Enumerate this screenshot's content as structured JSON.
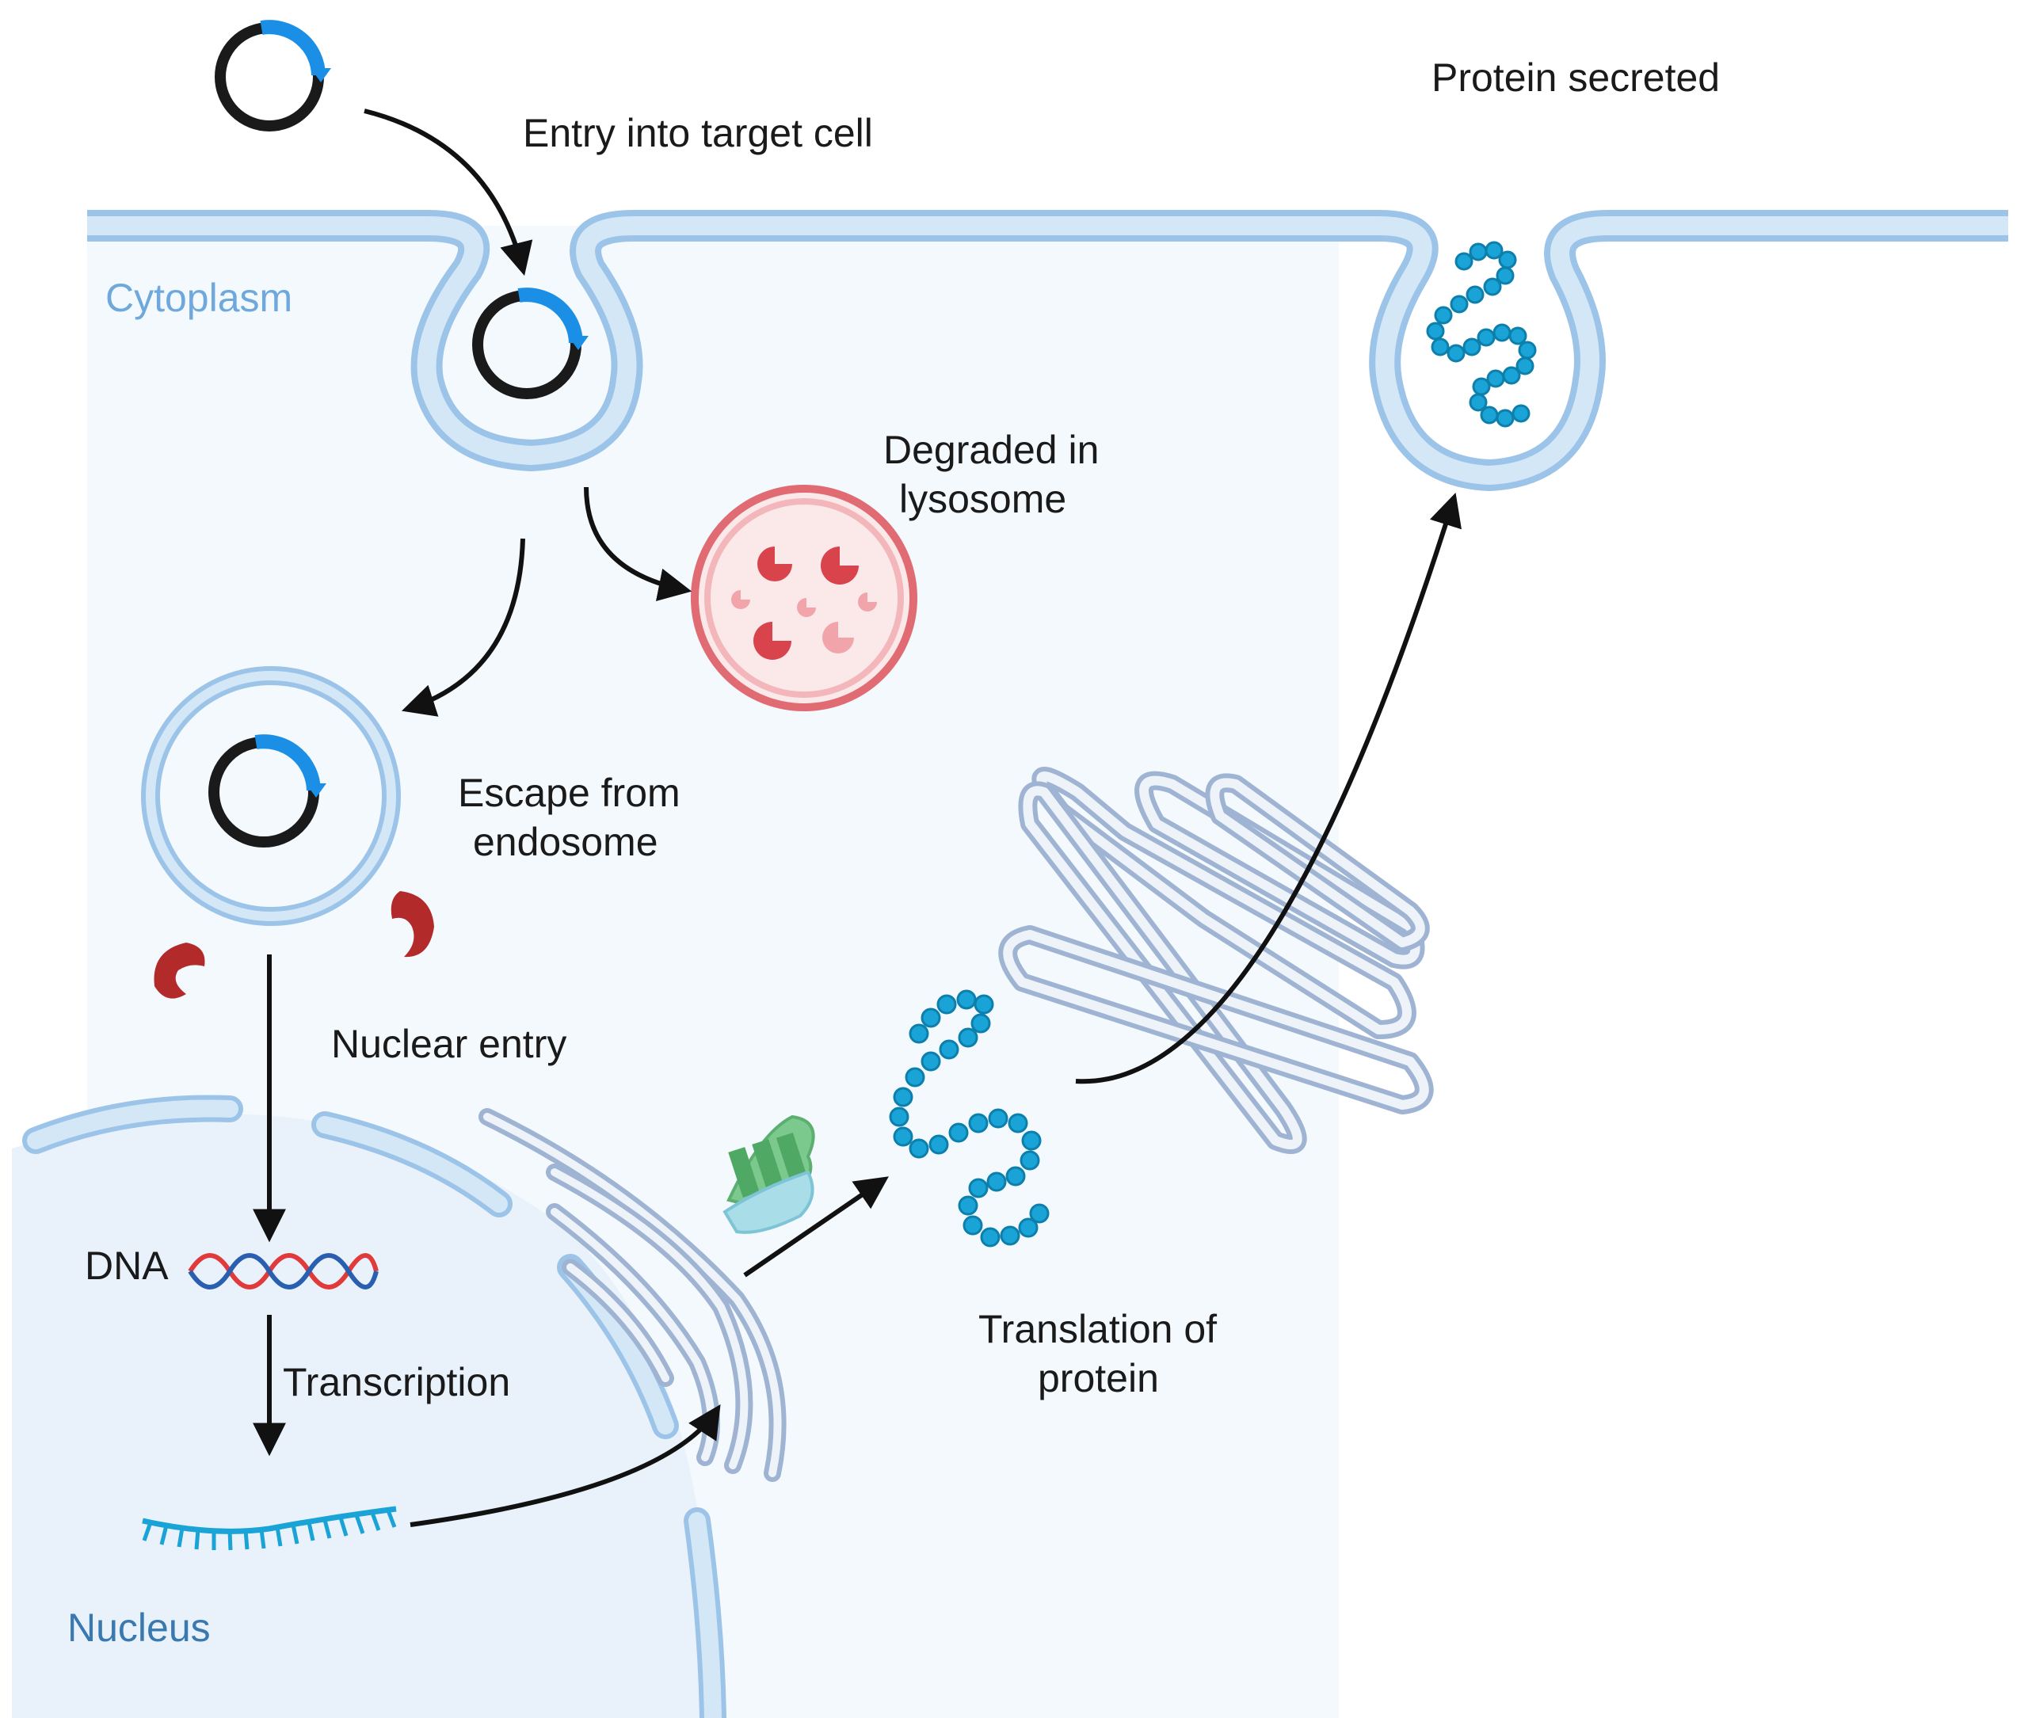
{
  "labels": {
    "entry": "Entry into target cell",
    "secreted": "Protein secreted",
    "cytoplasm": "Cytoplasm",
    "degraded_line1": "Degraded in",
    "degraded_line2": "lysosome",
    "escape_line1": "Escape from",
    "escape_line2": "endosome",
    "nuclear_entry": "Nuclear entry",
    "dna": "DNA",
    "transcription": "Transcription",
    "translation_line1": "Translation of",
    "translation_line2": "protein",
    "nucleus": "Nucleus"
  },
  "colors": {
    "cytoplasm_fill": "#f4f9fd",
    "nucleus_fill": "#e9f2fb",
    "membrane": "#b8d6ef",
    "membrane_edge": "#9cc4e8",
    "cytoplasm_text": "#6fa8dc",
    "nucleus_text": "#3a78b0",
    "plasmid_black": "#1a1a1a",
    "plasmid_blue": "#1b8fe6",
    "lysosome_red": "#e06b72",
    "protein_blue": "#1aa3d6",
    "escape_red": "#b32a2a",
    "golgi_edge": "#9fb4d2",
    "ribosome_green": "#7cc98e",
    "mrna_blue": "#1aa3d6",
    "dna_red": "#e03a3a",
    "dna_blue": "#2a5fb0"
  },
  "icons": [
    "plasmid-icon",
    "lysosome-icon",
    "protein-chain-icon",
    "golgi-icon",
    "endoplasmic-reticulum-icon",
    "ribosome-icon",
    "dna-helix-icon",
    "mrna-icon"
  ]
}
